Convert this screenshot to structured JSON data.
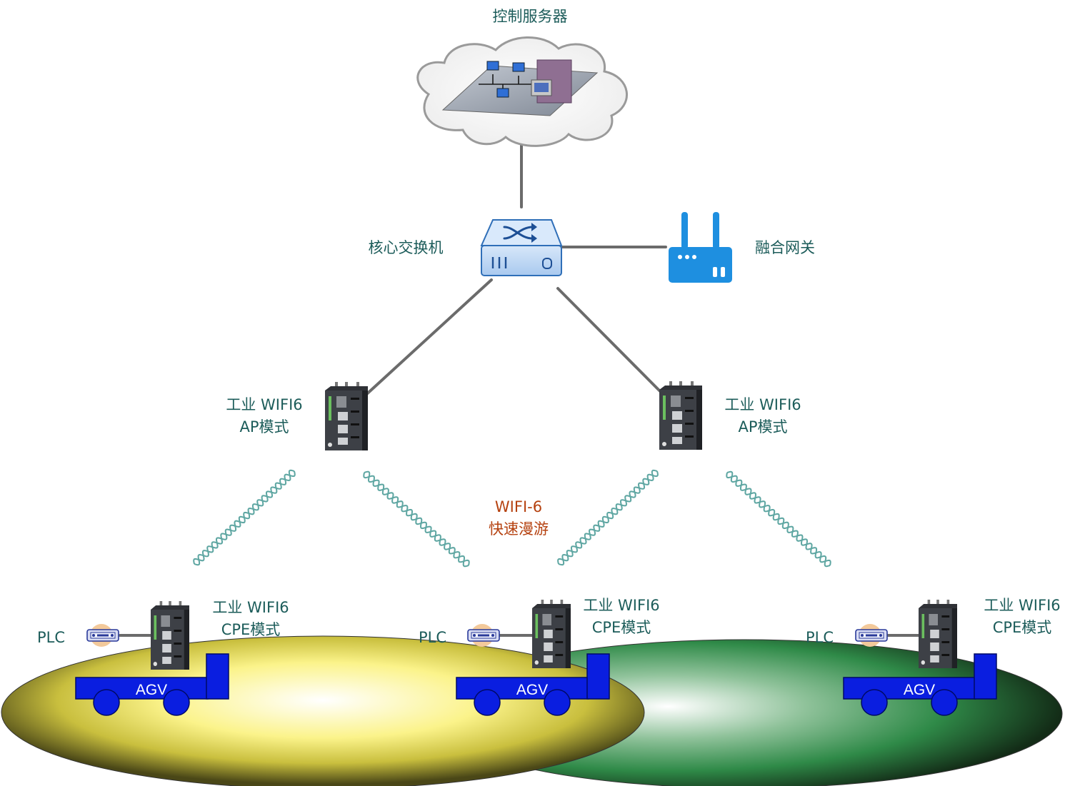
{
  "colors": {
    "teal_text": "#1c5c5a",
    "roam_text": "#b5410f",
    "link_line": "#6b6b6b",
    "agv_blue": "#0a1ee0",
    "switch_blue": "#bcd6f4",
    "gateway_blue": "#1e8fe0",
    "wave": "#5ea6a2"
  },
  "server": {
    "label": "控制服务器",
    "icon": "cloud-lan-icon"
  },
  "core_switch": {
    "label": "核心交换机",
    "icon": "switch-icon"
  },
  "gateway": {
    "label": "融合网关",
    "icon": "router-icon"
  },
  "access_points": [
    {
      "line1": "工业 WIFI6",
      "line2": "AP模式",
      "icon": "industrial-router-icon"
    },
    {
      "line1": "工业 WIFI6",
      "line2": "AP模式",
      "icon": "industrial-router-icon"
    }
  ],
  "roaming": {
    "line1": "WIFI-6",
    "line2": "快速漫游",
    "icon": "wireless-wave-icon"
  },
  "clients": [
    {
      "line1": "工业 WIFI6",
      "line2": "CPE模式",
      "plc": "PLC",
      "vehicle": "AGV",
      "coverage_color": "#f8f070"
    },
    {
      "line1": "工业 WIFI6",
      "line2": "CPE模式",
      "plc": "PLC",
      "vehicle": "AGV",
      "coverage_color": "#2f8a48"
    },
    {
      "line1": "工业 WIFI6",
      "line2": "CPE模式",
      "plc": "PLC",
      "vehicle": "AGV",
      "coverage_color": "#2f8a48"
    }
  ]
}
